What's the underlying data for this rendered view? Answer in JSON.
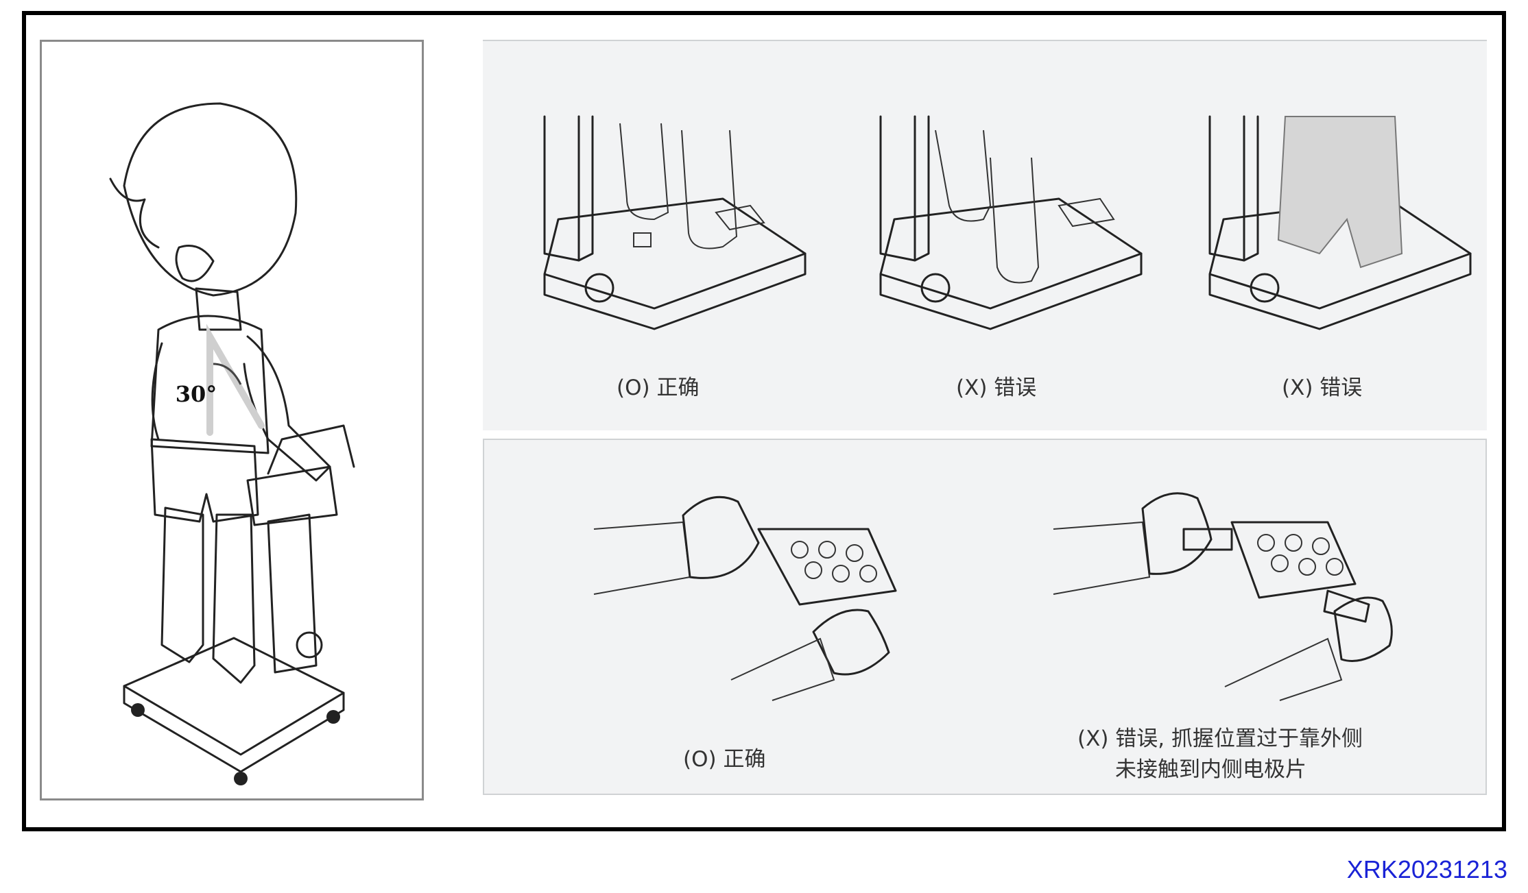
{
  "left_figure": {
    "angle_label": "30°"
  },
  "feet_section": {
    "items": [
      {
        "caption": "(O) 正确"
      },
      {
        "caption": "(X) 错误"
      },
      {
        "caption": "(X) 错误"
      }
    ]
  },
  "hands_section": {
    "items": [
      {
        "caption": "(O) 正确"
      },
      {
        "caption_line1": "(X) 错误, 抓握位置过于靠外侧",
        "caption_line2": "未接触到内侧电极片"
      }
    ]
  },
  "code_label": "XRK20231213",
  "colors": {
    "code": "#1a23d6",
    "panel_bg": "#f2f3f4"
  }
}
